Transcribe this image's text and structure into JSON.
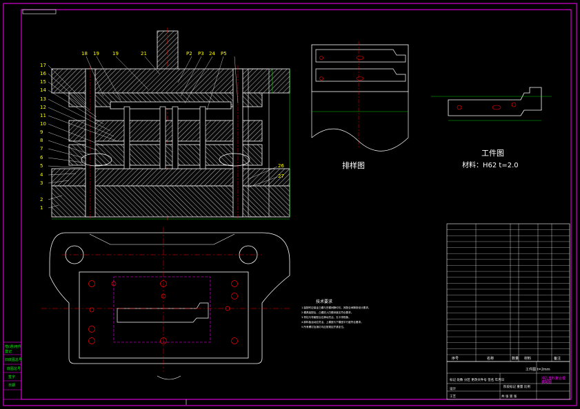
{
  "section_view": {
    "left_callouts": [
      "17",
      "16",
      "15",
      "14",
      "13",
      "12",
      "11",
      "10",
      "9",
      "8",
      "7",
      "6",
      "5",
      "4",
      "3",
      "2",
      "1"
    ],
    "top_callouts": [
      "18",
      "19",
      "19",
      "21",
      "P2",
      "P3",
      "24",
      "P5"
    ],
    "right_callouts": [
      "26",
      "27"
    ]
  },
  "strip_layout": {
    "title": "排样图"
  },
  "workpiece": {
    "title": "工件图",
    "material": "材料：H62  t=2.0"
  },
  "technical_notes": {
    "title": "技术要求",
    "items": [
      "1.装配时应保证凸模与凹模间隙均匀，其配合间隙按设计要求。",
      "2.模具装配后，凸模进入凹模深度应符合要求。",
      "3.导柱与导套配合应滑动灵活，无卡滞现象。",
      "4.卸料板运动应灵活，上模座与下模座平行度符合要求。",
      "5.所有螺钉及销钉均应按规定拧紧定位。"
    ]
  },
  "left_margin": [
    "借(通)用件",
    "登记",
    "旧底图总号",
    "底图总号",
    "签字",
    "日期",
    ""
  ],
  "parts_table": {
    "headers": [
      "序号",
      "名称",
      "数量",
      "材料",
      "备注"
    ],
    "row_count": 22
  },
  "title_block": {
    "part_label": "工件图  t=2mm",
    "drawing_name": "冲孔落料复合模",
    "drawing_name_2": "装配图",
    "revision_row": "标记 处数 分区 更改文件号 签名 年月日",
    "scale_row": "阶段标记  重量  比例",
    "design_label": "设计",
    "process_label": "工艺",
    "sheet_info": "共 张  第 张"
  },
  "colors": {
    "background": "#000000",
    "border": "#ff00ff",
    "outline": "#ffffff",
    "centerline": "#ff0000",
    "dimension": "#00ff00",
    "callout": "#ffff00"
  }
}
